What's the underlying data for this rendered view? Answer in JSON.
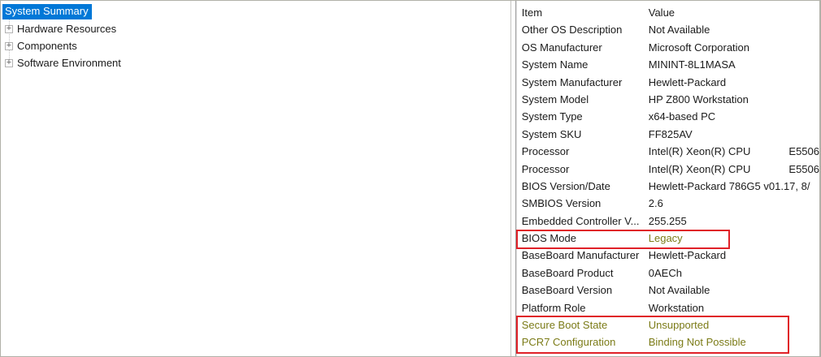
{
  "colors": {
    "selection_blue": "#0078d7",
    "selection_text": "#ffffff",
    "highlight_olive": "#7b7b17",
    "annotation_red": "#e02128",
    "window_border": "#b1b1a9"
  },
  "tree": {
    "expand_glyph": "+",
    "selected_item": {
      "label": "System Summary"
    },
    "items": [
      {
        "label": "Hardware Resources"
      },
      {
        "label": "Components"
      },
      {
        "label": "Software Environment"
      }
    ]
  },
  "table": {
    "columns": {
      "item": "Item",
      "value": "Value"
    },
    "rows": [
      {
        "item": "Other OS Description",
        "value": "Not Available"
      },
      {
        "item": "OS Manufacturer",
        "value": "Microsoft Corporation"
      },
      {
        "item": "System Name",
        "value": "MININT-8L1MASA"
      },
      {
        "item": "System Manufacturer",
        "value": "Hewlett-Packard"
      },
      {
        "item": "System Model",
        "value": "HP Z800 Workstation"
      },
      {
        "item": "System Type",
        "value": "x64-based PC"
      },
      {
        "item": "System SKU",
        "value": "FF825AV"
      },
      {
        "item": "Processor",
        "value": "Intel(R) Xeon(R) CPU             E5506"
      },
      {
        "item": "Processor",
        "value": "Intel(R) Xeon(R) CPU             E5506"
      },
      {
        "item": "BIOS Version/Date",
        "value": "Hewlett-Packard 786G5 v01.17, 8/"
      },
      {
        "item": "SMBIOS Version",
        "value": "2.6"
      },
      {
        "item": "Embedded Controller V...",
        "value": "255.255"
      },
      {
        "item": "BIOS Mode",
        "value": "Legacy",
        "emphasis": {
          "value": true
        }
      },
      {
        "item": "BaseBoard Manufacturer",
        "value": "Hewlett-Packard"
      },
      {
        "item": "BaseBoard Product",
        "value": "0AECh"
      },
      {
        "item": "BaseBoard Version",
        "value": "Not Available"
      },
      {
        "item": "Platform Role",
        "value": "Workstation"
      },
      {
        "item": "Secure Boot State",
        "value": "Unsupported",
        "emphasis": {
          "item": true,
          "value": true
        }
      },
      {
        "item": "PCR7 Configuration",
        "value": "Binding Not Possible",
        "emphasis": {
          "item": true,
          "value": true
        }
      }
    ]
  }
}
